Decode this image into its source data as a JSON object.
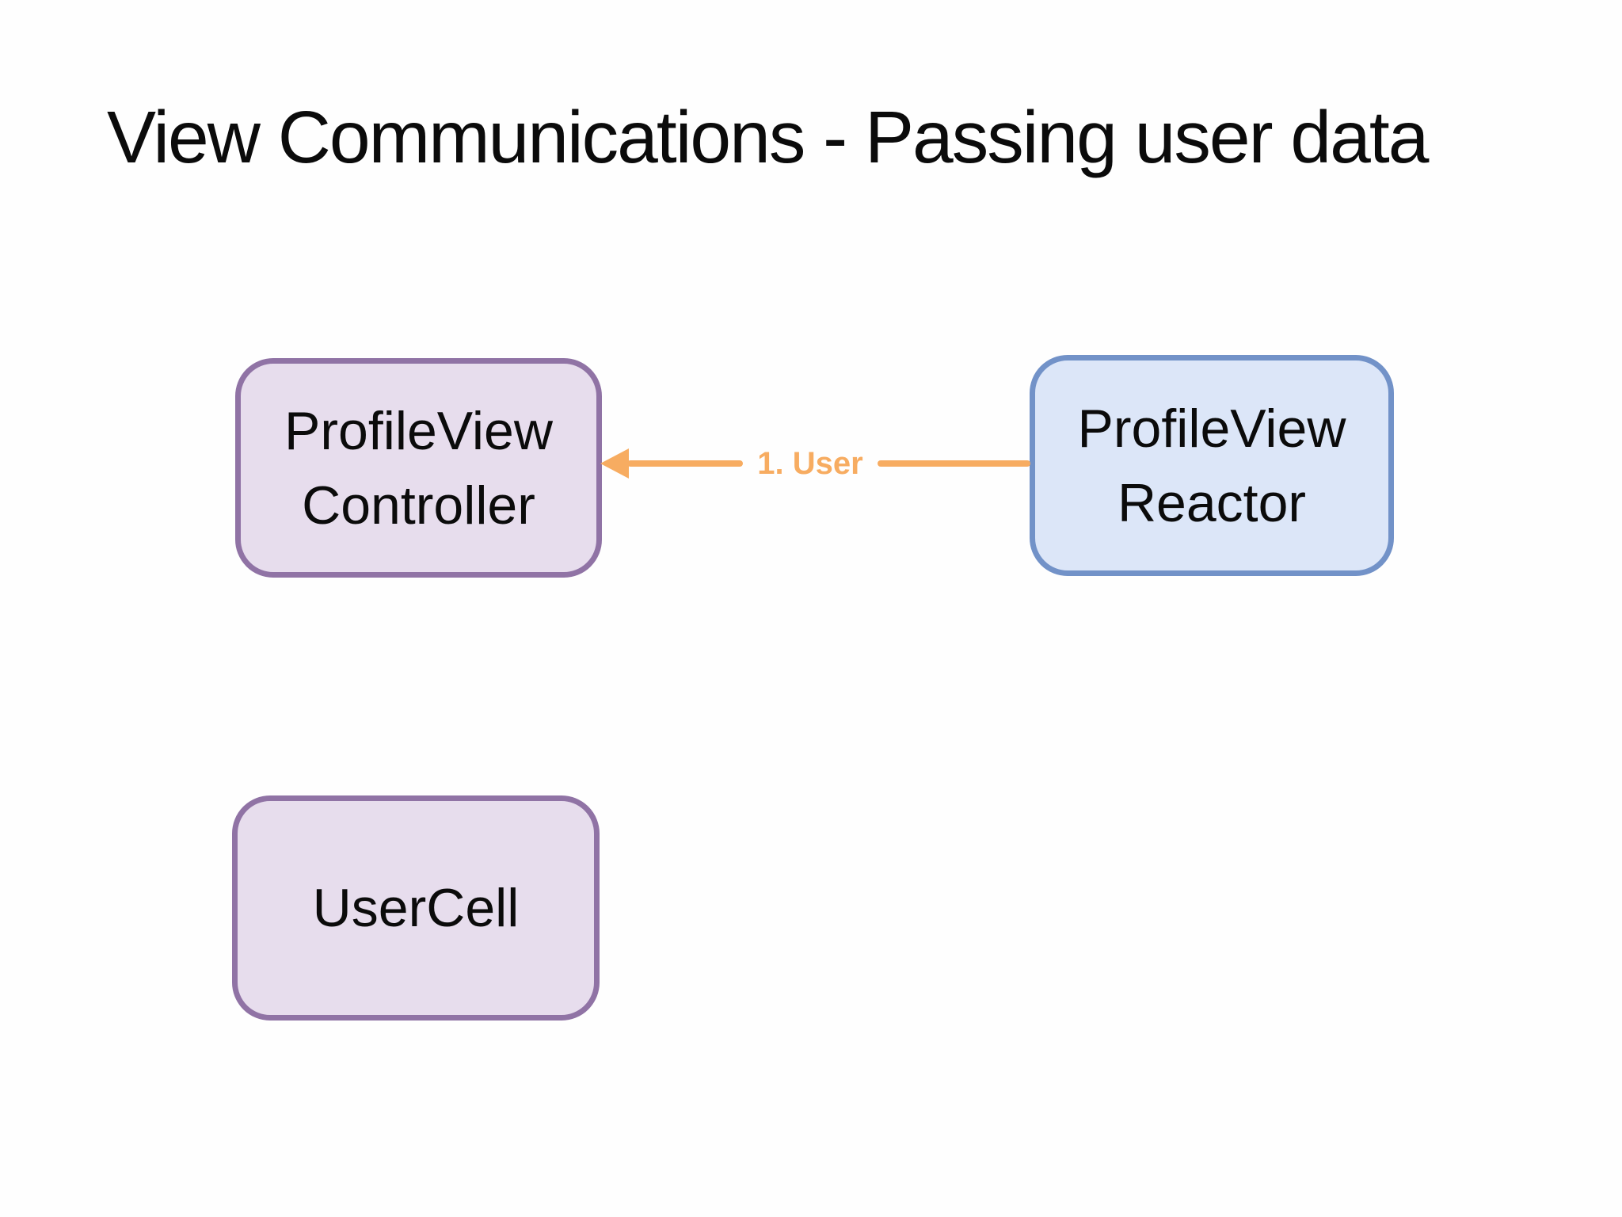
{
  "title": "View Communications - Passing user data",
  "nodes": [
    {
      "id": "profile-view-controller",
      "line1": "ProfileView",
      "line2": "Controller"
    },
    {
      "id": "profile-view-reactor",
      "line1": "ProfileView",
      "line2": "Reactor"
    },
    {
      "id": "user-cell",
      "line1": "UserCell",
      "line2": ""
    }
  ],
  "arrow": {
    "label": "1. User",
    "step": 1,
    "from": "profile-view-reactor",
    "to": "profile-view-controller"
  },
  "theme": {
    "purple_border": "#9073A5",
    "purple_fill": "#E7DDED",
    "blue_border": "#7292C8",
    "blue_fill": "#DCE6F8",
    "arrow_color": "#F7AC61",
    "title_color": "#0B0B0B",
    "background": "#FEFEFE"
  }
}
